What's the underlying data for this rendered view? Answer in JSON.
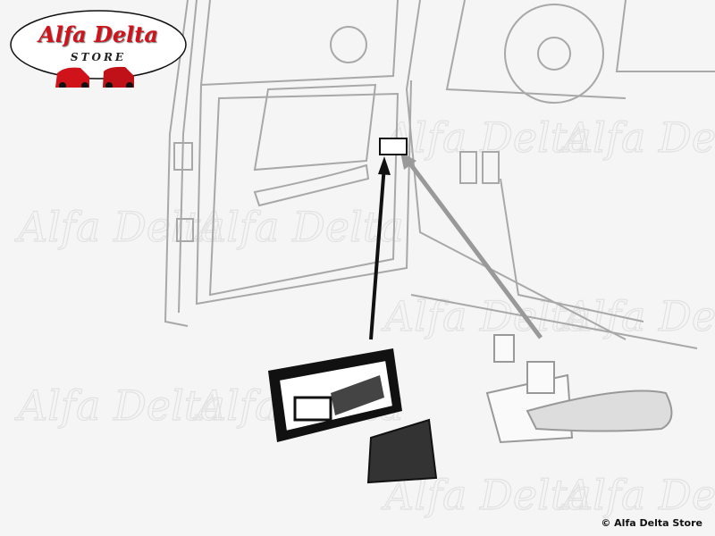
{
  "logo": {
    "title": "Alfa Delta",
    "subtitle": "STORE"
  },
  "watermark": "Alfa Delta",
  "copyright": "© Alfa Delta Store",
  "colors": {
    "background": "#f5f5f5",
    "line": "#a8a8a8",
    "part": "#111111",
    "brand_red": "#d0121b"
  }
}
